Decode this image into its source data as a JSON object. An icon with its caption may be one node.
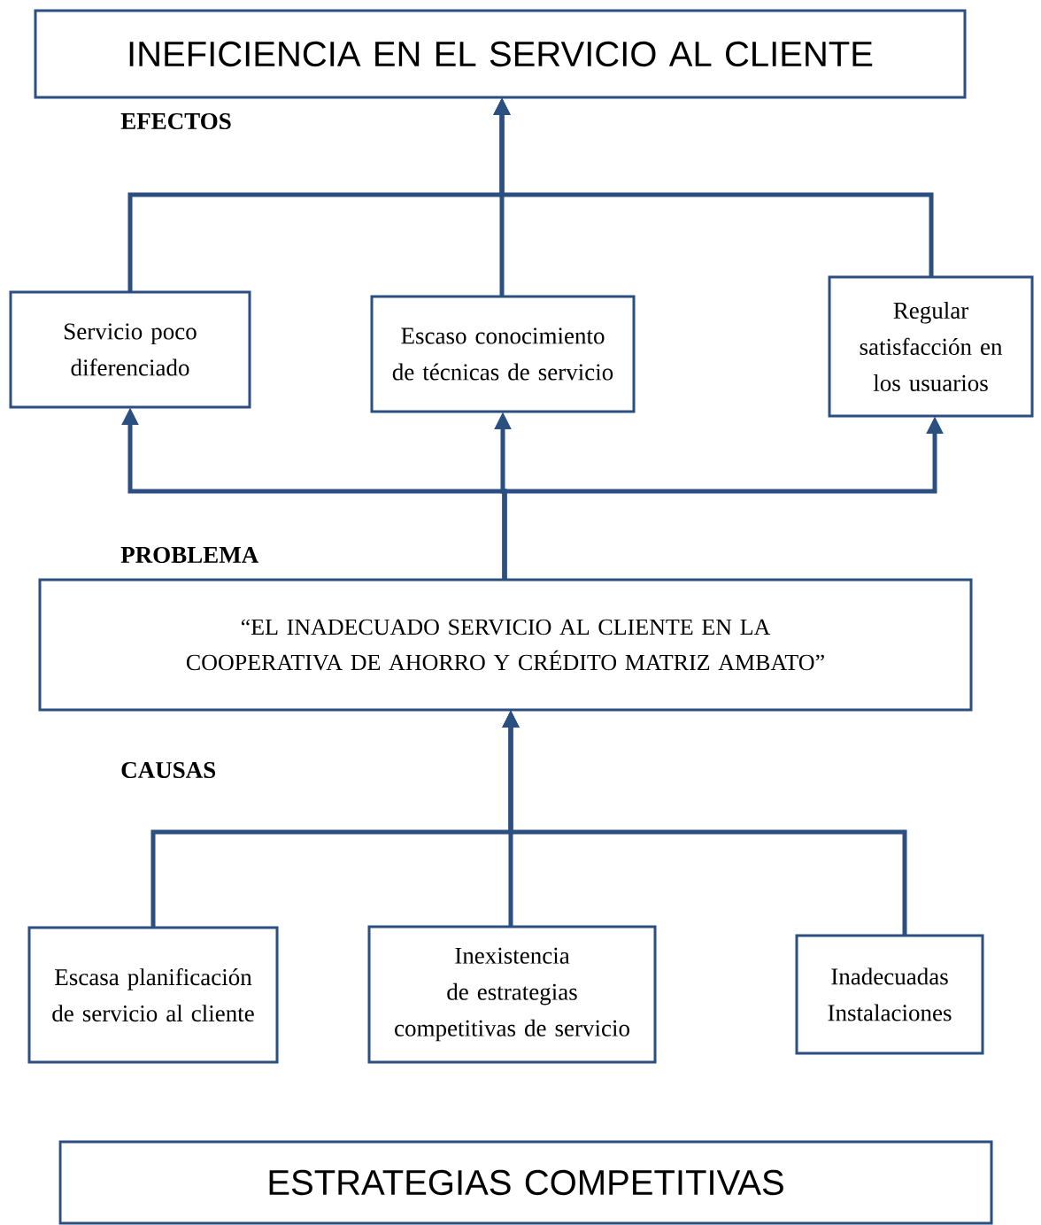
{
  "diagram": {
    "nodes": [
      {
        "text": [
          "INEFICIENCIA EN EL SERVICIO AL CLIENTE"
        ]
      },
      {
        "text": [
          "Servicio poco diferenciado"
        ]
      },
      {
        "text": [
          "Escaso conocimiento de técnicas de servicio"
        ]
      },
      {
        "text": [
          "Regular satisfacción en los usuarios"
        ]
      },
      {
        "text": [
          "“EL INADECUADO SERVICIO AL CLIENTE EN LA COOPERATIVA DE AHORRO Y CRÉDITO MATRIZ AMBATO”"
        ]
      },
      {
        "text": [
          "Escasa planificación de servicio al cliente"
        ]
      },
      {
        "text": [
          "Inexistencia de estrategias competitivas de servicio"
        ]
      },
      {
        "text": [
          "Inadecuadas Instalaciones"
        ]
      },
      {
        "text": [
          "ESTRATEGIAS COMPETITIVAS"
        ]
      }
    ],
    "edges": [
      {
        "from": 1,
        "to": 0,
        "arrow": "to"
      },
      {
        "from": 2,
        "to": 0,
        "arrow": "to"
      },
      {
        "from": 3,
        "to": 0,
        "arrow": "to"
      },
      {
        "from": 4,
        "to": 1,
        "arrow": "to"
      },
      {
        "from": 4,
        "to": 2,
        "arrow": "to"
      },
      {
        "from": 4,
        "to": 3,
        "arrow": "to"
      },
      {
        "from": 5,
        "to": 4,
        "arrow": "to"
      },
      {
        "from": 6,
        "to": 4,
        "arrow": "to"
      },
      {
        "from": 7,
        "to": 4,
        "arrow": "to"
      }
    ],
    "labels": [
      "EFECTOS",
      "PROBLEMA",
      "CAUSAS"
    ]
  }
}
